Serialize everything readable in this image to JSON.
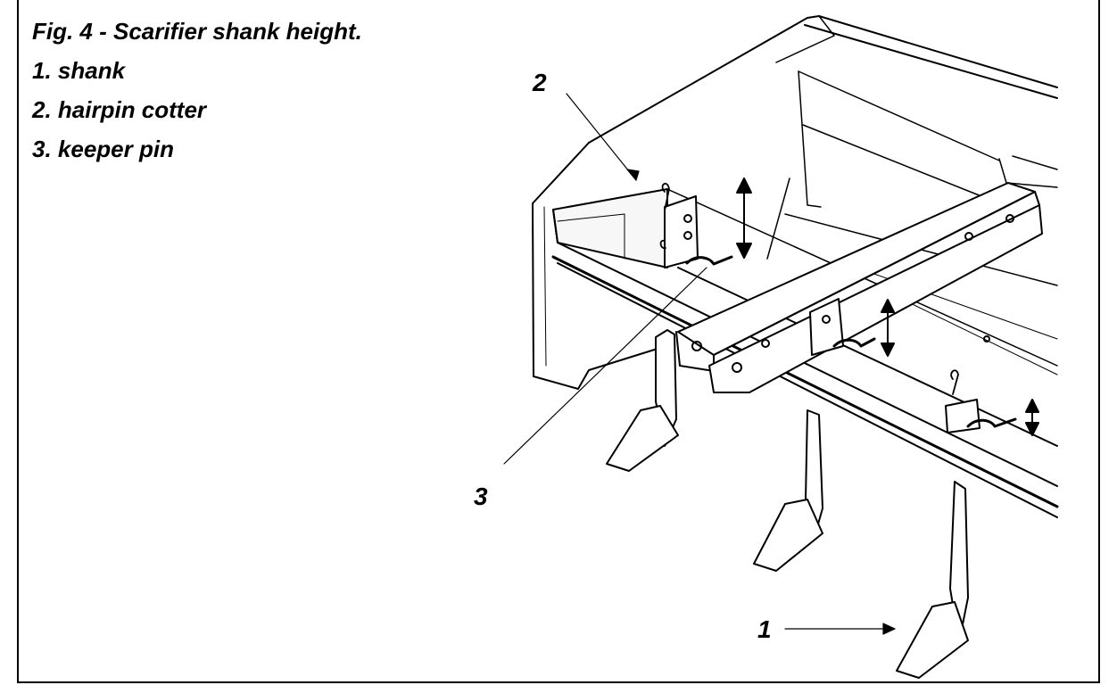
{
  "figure": {
    "caption": {
      "title": "Fig. 4 - Scarifier shank height.",
      "items": [
        "1. shank",
        "2. hairpin cotter",
        "3. keeper pin"
      ]
    },
    "callouts": [
      {
        "label": "1",
        "part": "shank"
      },
      {
        "label": "2",
        "part": "hairpin cotter"
      },
      {
        "label": "3",
        "part": "keeper pin"
      }
    ],
    "colors": {
      "line": "#000000",
      "background": "#ffffff",
      "shade": "#f2f2f2"
    }
  }
}
